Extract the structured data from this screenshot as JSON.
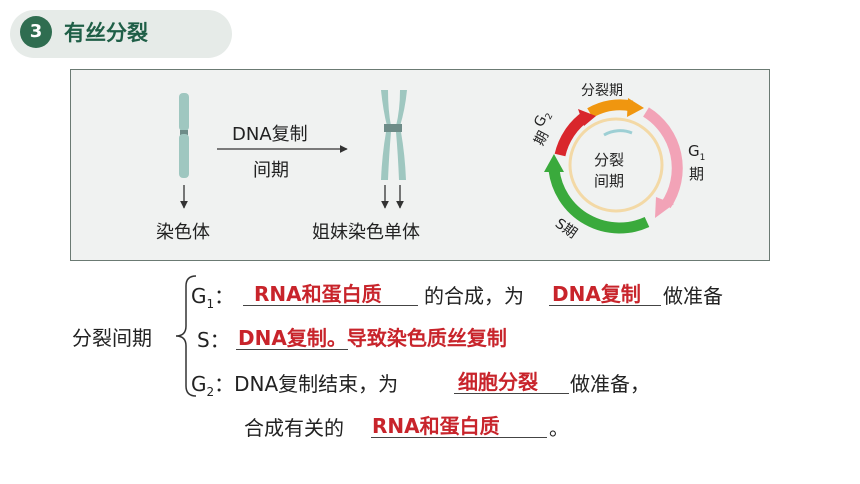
{
  "header": {
    "number": "3",
    "title": "有丝分裂"
  },
  "figure": {
    "arrow_top": "DNA复制",
    "arrow_bottom": "间期",
    "chrom_left_label": "染色体",
    "chrom_right_label": "姐妹染色单体",
    "cycle": {
      "center_line1": "分裂",
      "center_line2": "间期",
      "phase_mitosis": "分裂期",
      "phase_g1_letter": "G",
      "phase_g1_sub": "1",
      "phase_g1_tail": "期",
      "phase_s": "S期",
      "phase_g2_letter": "G",
      "phase_g2_sub": "2",
      "phase_g2_tail": "期"
    }
  },
  "notes": {
    "brace_label": "分裂间期",
    "g1_prefix": "G",
    "g1_sub": "1",
    "g1_colon": "：",
    "g1_answer1": "RNA和蛋白质",
    "g1_mid": "的合成，为",
    "g1_answer2": "DNA复制",
    "g1_tail": "做准备",
    "s_prefix": "S：",
    "s_answer": "DNA复制。导致染色质丝复制",
    "g2_prefix": "G",
    "g2_sub": "2",
    "g2_text": "：DNA复制结束，为",
    "g2_answer": "细胞分裂",
    "g2_tail": "做准备，",
    "line4_text": "合成有关的",
    "line4_answer": "RNA和蛋白质",
    "line4_tail": "。"
  },
  "colors": {
    "header_bg": "#e6ebe8",
    "header_accent": "#2f6d50",
    "answer_red": "#c8242b",
    "phase_orange": "#f0960f",
    "phase_pink": "#f2a3b7",
    "phase_green": "#3aaa3c",
    "phase_red": "#d9262c"
  }
}
